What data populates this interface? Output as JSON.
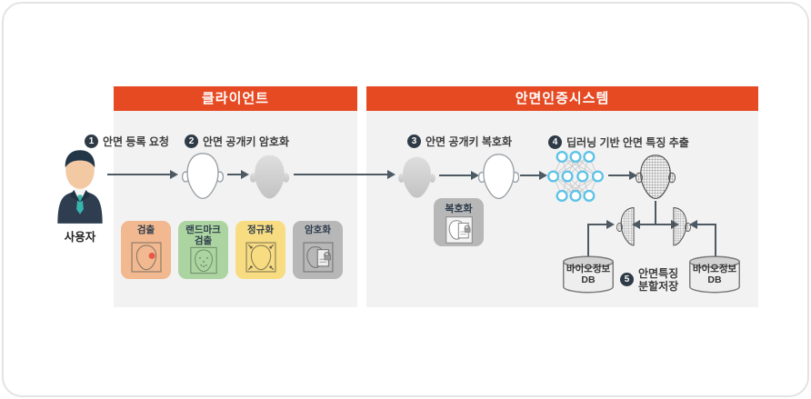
{
  "user": {
    "label": "사용자"
  },
  "client": {
    "header": "클라이언트",
    "process_boxes": [
      {
        "label": "검출"
      },
      {
        "label_line1": "랜드마크",
        "label_line2": "검출"
      },
      {
        "label": "정규화"
      },
      {
        "label": "암호화"
      }
    ]
  },
  "system": {
    "header": "안면인증시스템",
    "decrypt_box": {
      "label": "복호화"
    },
    "databases": [
      {
        "line1": "바이오정보",
        "line2": "DB"
      },
      {
        "line1": "바이오정보",
        "line2": "DB"
      }
    ]
  },
  "steps": [
    {
      "num": "1",
      "label": "안면 등록 요청"
    },
    {
      "num": "2",
      "label": "안면 공개키 암호화"
    },
    {
      "num": "3",
      "label": "안면 공개키 복호화"
    },
    {
      "num": "4",
      "label": "딥러닝 기반 안면 특징 추출"
    },
    {
      "num": "5",
      "label_line1": "안면특징",
      "label_line2": "분할저장"
    }
  ],
  "colors": {
    "header_bg": "#e64a23",
    "panel_bg": "#f2f2f2",
    "arrow": "#4d5a63",
    "step_circle": "#2e3a46",
    "box_detect": "#f2b88f",
    "box_landmark": "#abd4a0",
    "box_normalize": "#f8dc82",
    "box_encrypt": "#b7b7b7",
    "nn_node": "#5ec3e8"
  }
}
